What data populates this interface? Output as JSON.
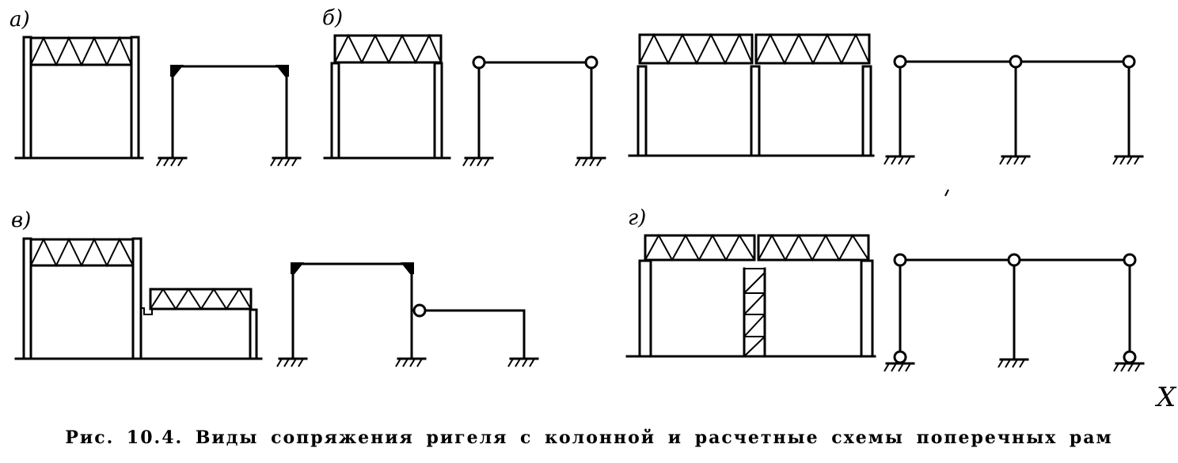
{
  "panels": [
    {
      "id": "a",
      "label": "а)"
    },
    {
      "id": "b",
      "label": "б)"
    },
    {
      "id": "v",
      "label": "в)"
    },
    {
      "id": "g",
      "label": "г)"
    }
  ],
  "caption": "Рис. 10.4. Виды сопряжения ригеля с колонной и расчетные схемы поперечных рам",
  "page_mark": "X"
}
